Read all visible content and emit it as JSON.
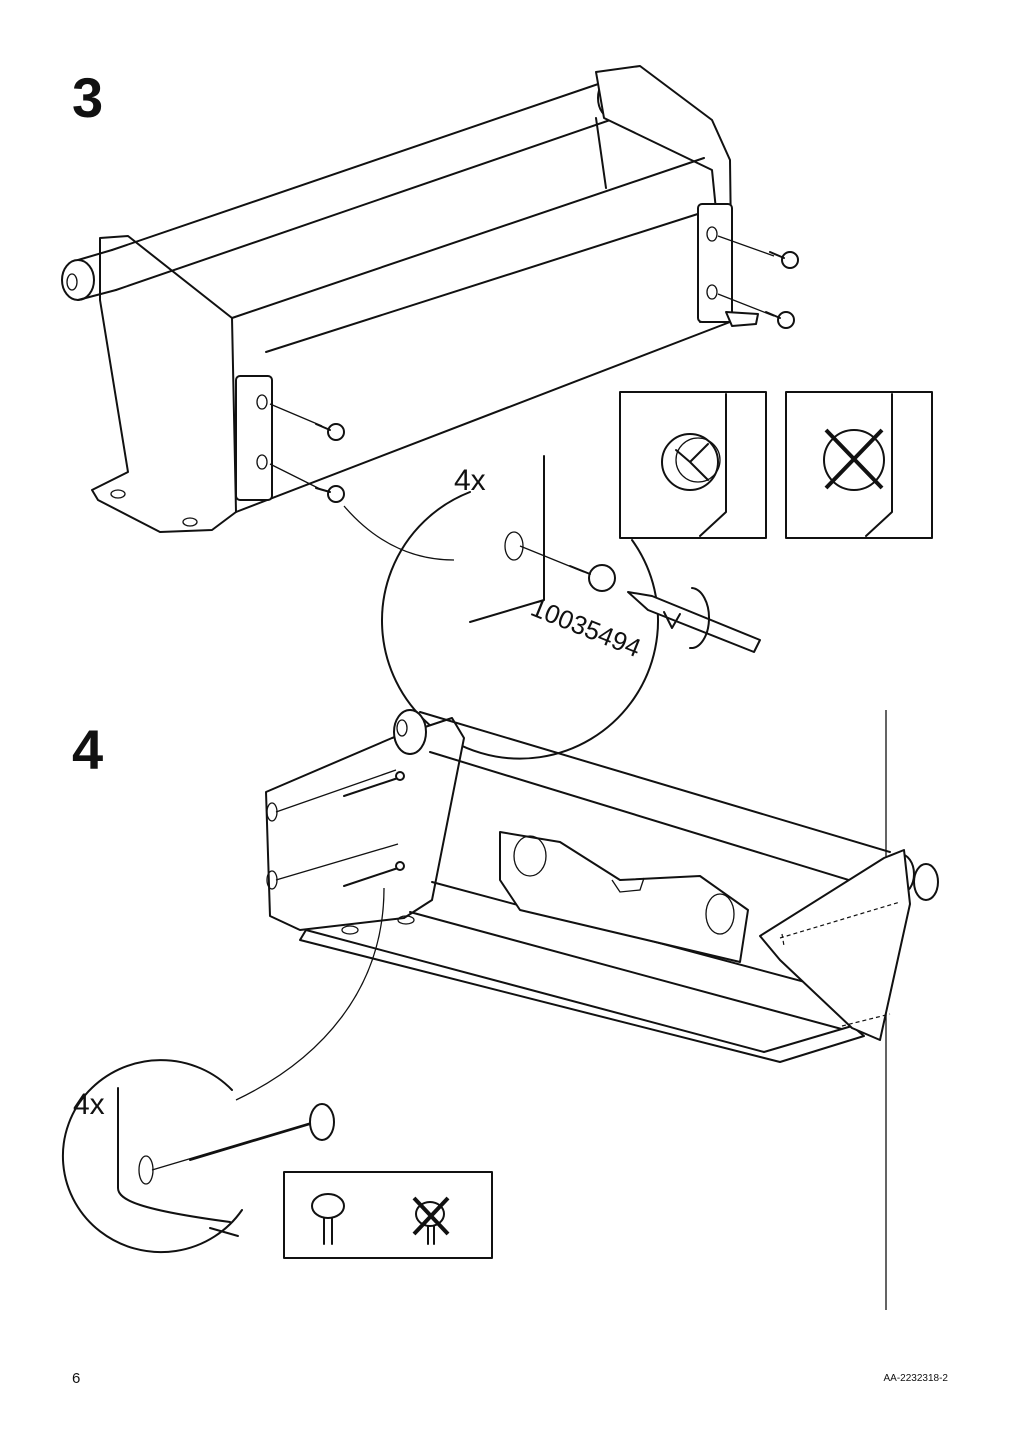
{
  "step3": {
    "number": "3",
    "quantity": "4x",
    "part_number": "10035494"
  },
  "step4": {
    "number": "4",
    "quantity": "4x"
  },
  "footer": {
    "page_number": "6",
    "document_code": "AA-2232318-2"
  }
}
